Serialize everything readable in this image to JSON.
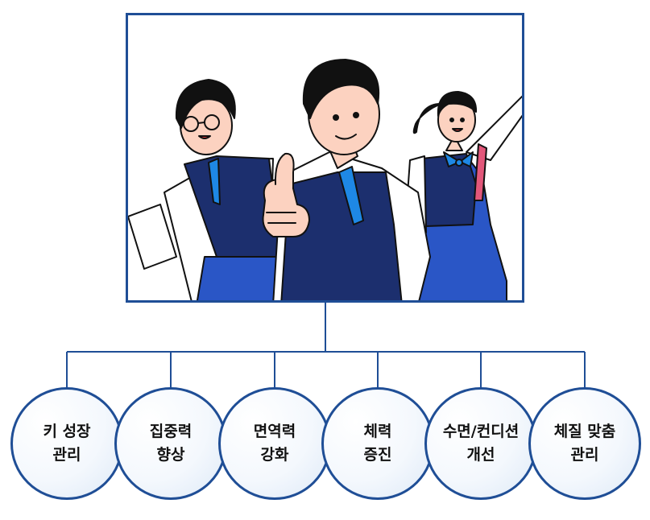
{
  "illustration": {
    "subject": "students-in-school-uniform-icon"
  },
  "colors": {
    "frame": "#1f4e96",
    "node_border": "#1f4e96",
    "vest": "#1c2f6e",
    "skirt": "#2a56c6",
    "tie": "#1e88e5",
    "skin": "#fcd2c0",
    "hair": "#111111"
  },
  "nodes": [
    {
      "label": "키 성장\n관리"
    },
    {
      "label": "집중력\n향상"
    },
    {
      "label": "면역력\n강화"
    },
    {
      "label": "체력\n증진"
    },
    {
      "label": "수면/컨디션\n개선"
    },
    {
      "label": "체질 맞춤\n관리"
    }
  ]
}
